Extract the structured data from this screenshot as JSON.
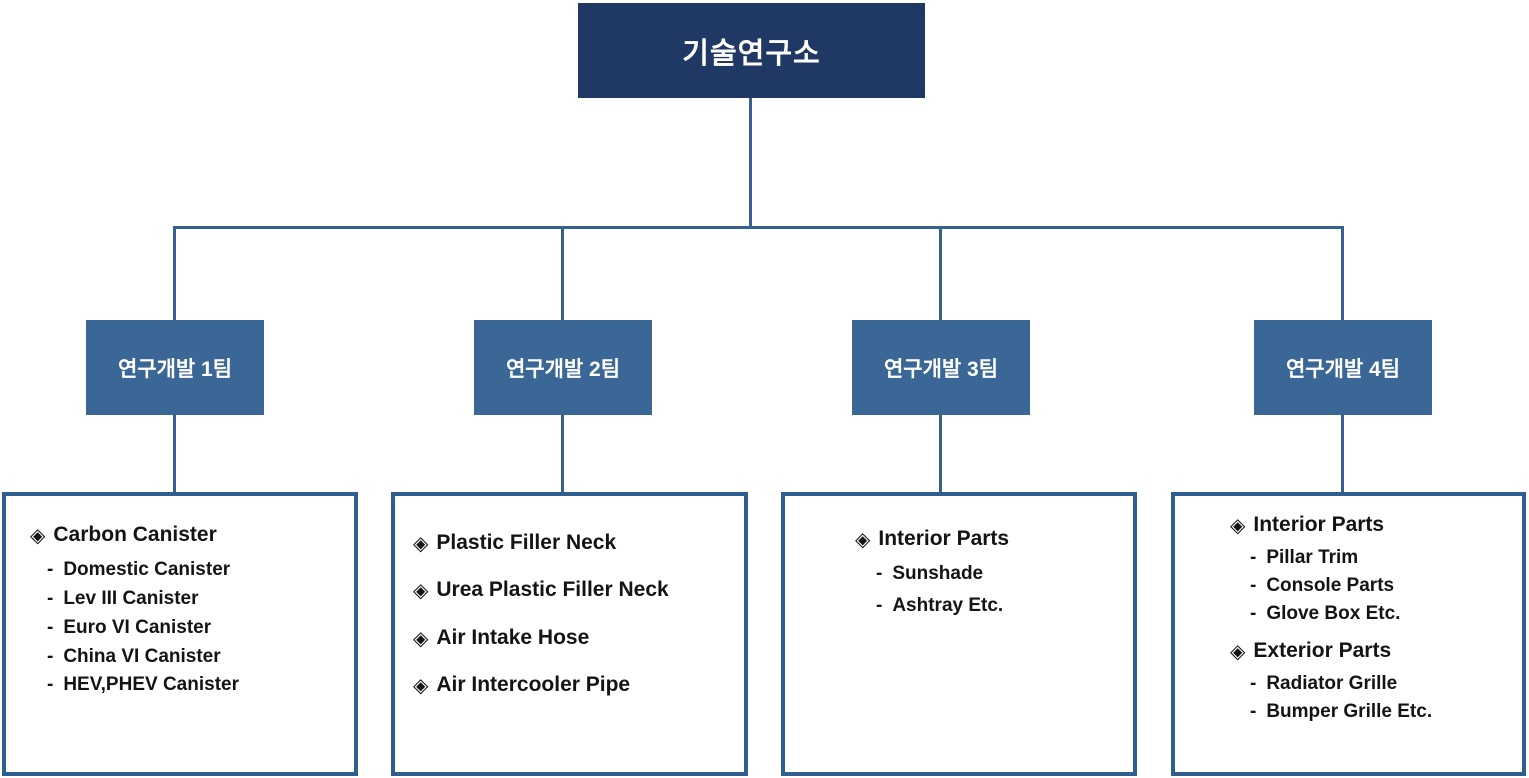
{
  "root": {
    "label": "기술연구소"
  },
  "icons": {
    "diamond_bullet": "◈",
    "dash_bullet": "-"
  },
  "colors": {
    "root_box_fill": "#1F3864",
    "team_box_fill": "#3A6795",
    "connector_line": "#35618F",
    "detail_box_border": "#315E90",
    "box_text": "#FFFFFF",
    "detail_text": "#141414",
    "background": "#FFFFFF"
  },
  "teams": [
    {
      "label": "연구개발 1팀",
      "entries": [
        {
          "kind": "heading",
          "text": "Carbon Canister"
        },
        {
          "kind": "sub",
          "text": "Domestic Canister"
        },
        {
          "kind": "sub",
          "text": "Lev III Canister"
        },
        {
          "kind": "sub",
          "text": "Euro VI Canister"
        },
        {
          "kind": "sub",
          "text": "China VI Canister"
        },
        {
          "kind": "sub",
          "text": "HEV,PHEV Canister"
        }
      ]
    },
    {
      "label": "연구개발 2팀",
      "entries": [
        {
          "kind": "heading",
          "text": "Plastic Filler Neck"
        },
        {
          "kind": "heading",
          "text": "Urea Plastic Filler Neck"
        },
        {
          "kind": "heading",
          "text": "Air Intake Hose"
        },
        {
          "kind": "heading",
          "text": "Air Intercooler Pipe"
        }
      ]
    },
    {
      "label": "연구개발 3팀",
      "entries": [
        {
          "kind": "heading",
          "text": "Interior Parts"
        },
        {
          "kind": "sub",
          "text": "Sunshade"
        },
        {
          "kind": "sub",
          "text": "Ashtray  Etc."
        }
      ]
    },
    {
      "label": "연구개발 4팀",
      "entries": [
        {
          "kind": "heading",
          "text": "Interior Parts"
        },
        {
          "kind": "sub",
          "text": "Pillar Trim"
        },
        {
          "kind": "sub",
          "text": "Console Parts"
        },
        {
          "kind": "sub",
          "text": "Glove Box  Etc."
        },
        {
          "kind": "heading",
          "text": "Exterior Parts"
        },
        {
          "kind": "sub",
          "text": "Radiator Grille"
        },
        {
          "kind": "sub",
          "text": "Bumper Grille Etc."
        }
      ]
    }
  ]
}
